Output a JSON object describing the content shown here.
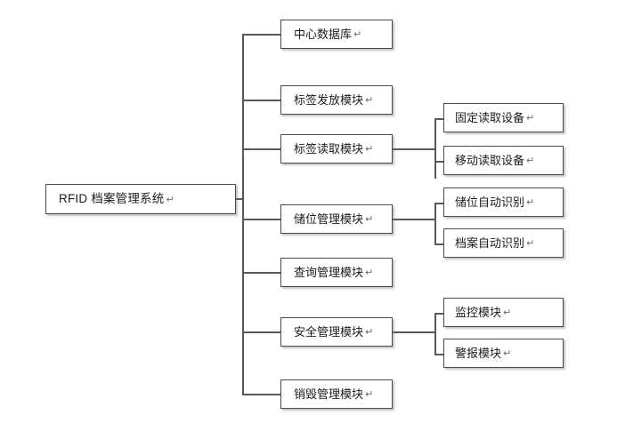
{
  "diagram": {
    "type": "tree",
    "orientation": "left-to-right",
    "return_mark": "↵",
    "colors": {
      "background": "#ffffff",
      "box_fill": "#ffffff",
      "box_border": "#4b4b4d",
      "line": "#59595b",
      "text": "#1b1b1b"
    },
    "root": {
      "label": "RFID 档案管理系统"
    },
    "level1": [
      {
        "id": "central-database",
        "label": "中心数据库"
      },
      {
        "id": "tag-issuance-module",
        "label": "标签发放模块"
      },
      {
        "id": "tag-reading-module",
        "label": "标签读取模块"
      },
      {
        "id": "storage-management-module",
        "label": "储位管理模块"
      },
      {
        "id": "query-management-module",
        "label": "查询管理模块"
      },
      {
        "id": "security-management-module",
        "label": "安全管理模块"
      },
      {
        "id": "destruction-management-module",
        "label": "销毁管理模块"
      }
    ],
    "level2": {
      "tag-reading-module": [
        {
          "id": "fixed-reading-device",
          "label": "固定读取设备"
        },
        {
          "id": "mobile-reading-device",
          "label": "移动读取设备"
        }
      ],
      "storage-management-module": [
        {
          "id": "storage-auto-identification",
          "label": "储位自动识别"
        },
        {
          "id": "archive-auto-identification",
          "label": "档案自动识别"
        }
      ],
      "security-management-module": [
        {
          "id": "monitoring-module",
          "label": "监控模块"
        },
        {
          "id": "alarm-module",
          "label": "警报模块"
        }
      ]
    }
  }
}
